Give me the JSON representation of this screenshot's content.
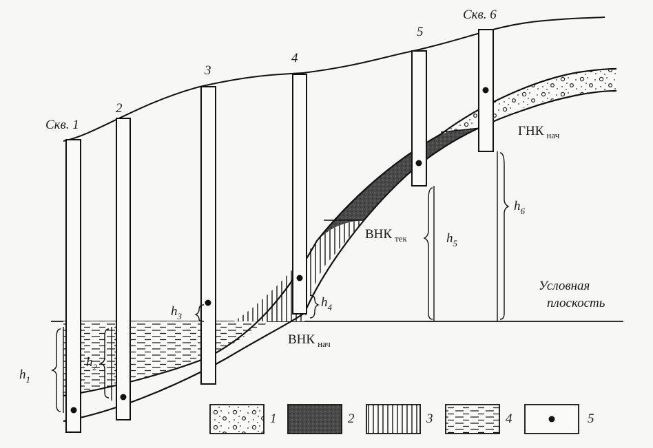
{
  "wells": [
    {
      "label": "Скв. 1"
    },
    {
      "label": "2"
    },
    {
      "label": "3"
    },
    {
      "label": "4"
    },
    {
      "label": "5"
    },
    {
      "label": "Скв. 6"
    }
  ],
  "heights": [
    {
      "main": "h",
      "sub": "1"
    },
    {
      "main": "h",
      "sub": "2"
    },
    {
      "main": "h",
      "sub": "3"
    },
    {
      "main": "h",
      "sub": "4"
    },
    {
      "main": "h",
      "sub": "5"
    },
    {
      "main": "h",
      "sub": "6"
    }
  ],
  "contacts": {
    "gnk": {
      "main": "ГНК",
      "sub": "нач"
    },
    "vnk_tek": {
      "main": "ВНК",
      "sub": "тек"
    },
    "vnk_nach": {
      "main": "ВНК",
      "sub": "нач"
    }
  },
  "datum": {
    "line1": "Условная",
    "line2": "плоскость"
  },
  "legend": [
    {
      "num": "1",
      "pattern": "gas-cap-dots"
    },
    {
      "num": "2",
      "pattern": "oil-dark"
    },
    {
      "num": "3",
      "pattern": "vertical-hatch"
    },
    {
      "num": "4",
      "pattern": "horizontal-dash"
    },
    {
      "num": "5",
      "pattern": "perforation-dot"
    }
  ]
}
